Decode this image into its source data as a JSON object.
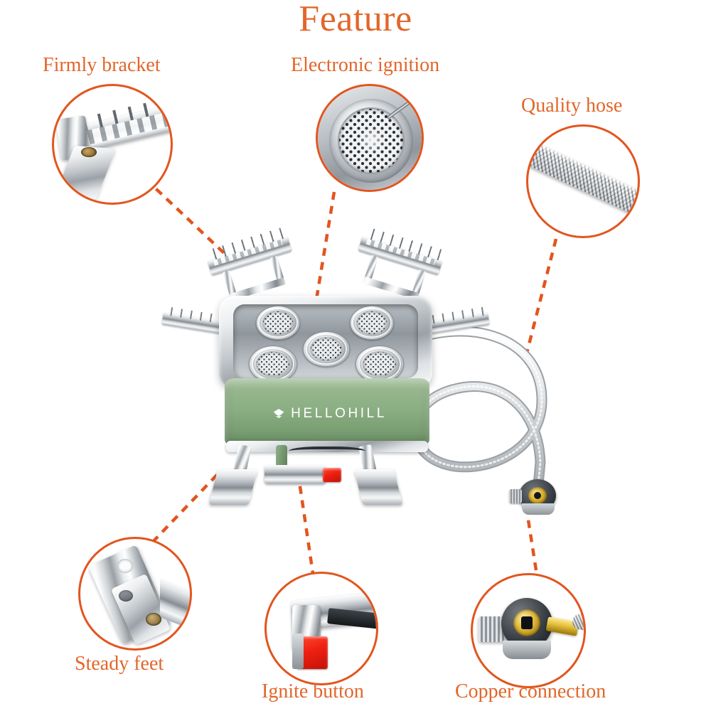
{
  "page": {
    "title": "Feature",
    "background_color": "#ffffff",
    "accent_color": "#e2662a",
    "dash_color": "#e2551e",
    "product_body_color": "#8bae83"
  },
  "product": {
    "brand": "HELLOHILL",
    "brand_mark": "diamond-logo",
    "type": "portable camping gas stove",
    "burner_count": 5
  },
  "callouts": [
    {
      "id": "firmly-bracket",
      "label": "Firmly bracket",
      "position": "top-left",
      "inset_image": "stainless-steel-pot-support-bracket"
    },
    {
      "id": "electronic-ignition",
      "label": "Electronic ignition",
      "position": "top-center",
      "inset_image": "perforated-burner-head-with-electrode"
    },
    {
      "id": "quality-hose",
      "label": "Quality hose",
      "position": "top-right",
      "inset_image": "braided-stainless-steel-hose"
    },
    {
      "id": "steady-feet",
      "label": "Steady feet",
      "position": "bottom-left",
      "inset_image": "folding-steel-foot-bracket"
    },
    {
      "id": "ignite-button",
      "label": "Ignite button",
      "position": "bottom-center",
      "inset_image": "red-piezo-ignition-button"
    },
    {
      "id": "copper-connection",
      "label": "Copper connection",
      "position": "bottom-right",
      "inset_image": "brass-regulator-valve-connection"
    }
  ]
}
